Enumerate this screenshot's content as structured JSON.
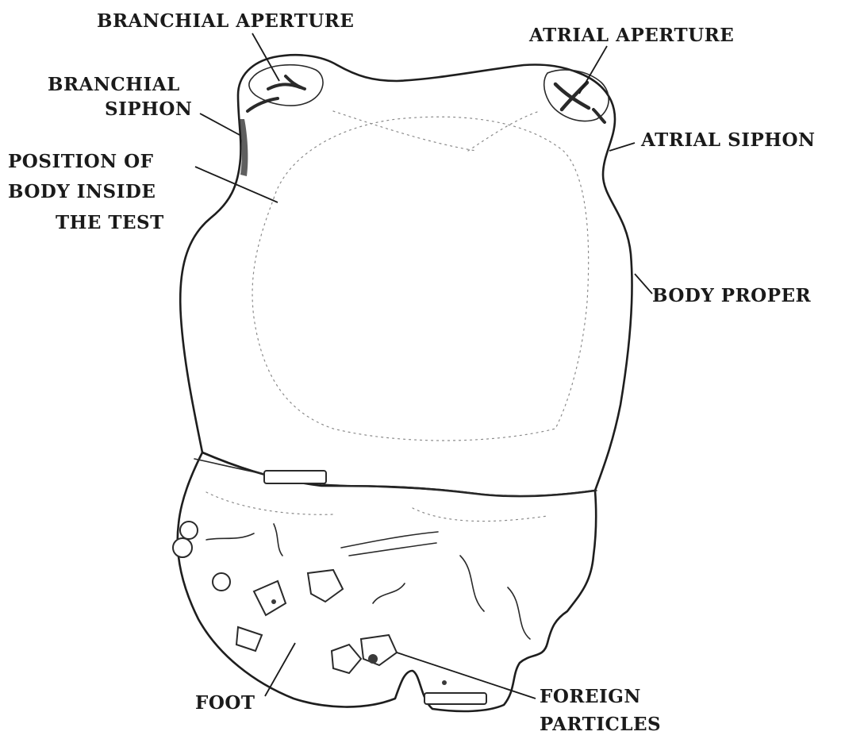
{
  "diagram": {
    "labels": {
      "branchial_aperture": "BRANCHIAL APERTURE",
      "atrial_aperture": "ATRIAL APERTURE",
      "branchial_siphon_line1": "BRANCHIAL",
      "branchial_siphon_line2": "SIPHON",
      "atrial_siphon": "ATRIAL SIPHON",
      "position_line1": "POSITION OF",
      "position_line2": "BODY INSIDE",
      "position_line3": "THE TEST",
      "body_proper": "BODY PROPER",
      "foot": "FOOT",
      "foreign_particles_line1": "FOREIGN",
      "foreign_particles_line2": "PARTICLES"
    }
  }
}
